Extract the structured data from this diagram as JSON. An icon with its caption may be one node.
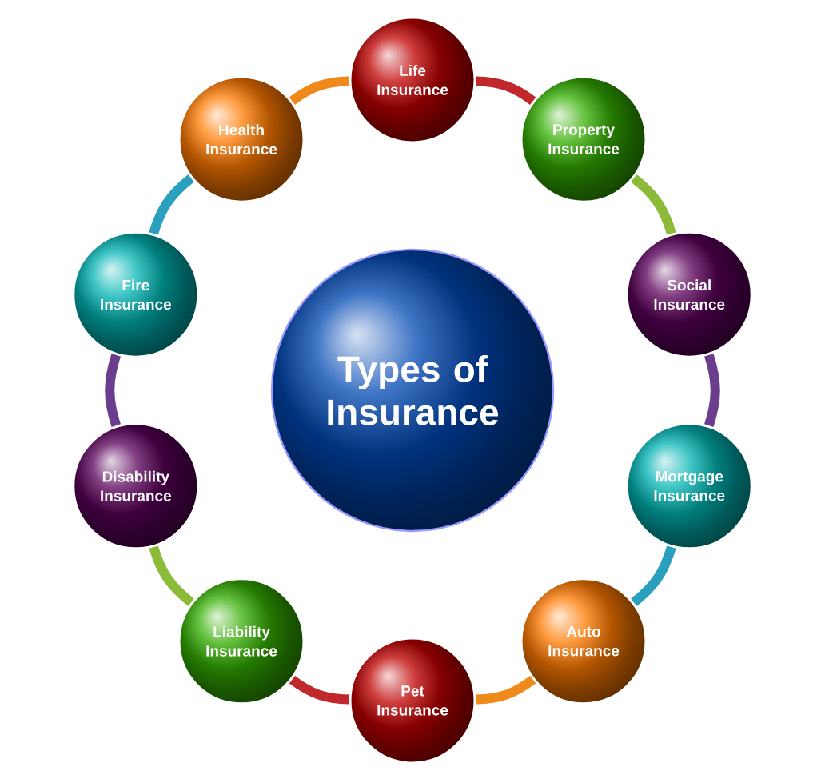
{
  "diagram": {
    "nodes": [
      {
        "text": [
          "Types of Insurance"
        ]
      },
      {
        "text": [
          "Life Insurance"
        ]
      },
      {
        "text": [
          "Property Insurance"
        ]
      },
      {
        "text": [
          "Social Insurance"
        ]
      },
      {
        "text": [
          "Mortgage Insurance"
        ]
      },
      {
        "text": [
          "Auto Insurance"
        ]
      },
      {
        "text": [
          "Pet Insurance"
        ]
      },
      {
        "text": [
          "Liability Insurance"
        ]
      },
      {
        "text": [
          "Disability Insurance"
        ]
      },
      {
        "text": [
          "Fire Insurance"
        ]
      },
      {
        "text": [
          "Health Insurance"
        ]
      }
    ],
    "edges": [
      {
        "from": 1,
        "to": 2,
        "arrow": "none",
        "color": "#c0282c"
      },
      {
        "from": 2,
        "to": 3,
        "arrow": "none",
        "color": "#8cbb3a"
      },
      {
        "from": 3,
        "to": 4,
        "arrow": "none",
        "color": "#6a3d8e"
      },
      {
        "from": 4,
        "to": 5,
        "arrow": "none",
        "color": "#2a9fbe"
      },
      {
        "from": 5,
        "to": 6,
        "arrow": "none",
        "color": "#ef8a1a"
      },
      {
        "from": 6,
        "to": 7,
        "arrow": "none",
        "color": "#c0282c"
      },
      {
        "from": 7,
        "to": 8,
        "arrow": "none",
        "color": "#8cbb3a"
      },
      {
        "from": 8,
        "to": 9,
        "arrow": "none",
        "color": "#6a3d8e"
      },
      {
        "from": 9,
        "to": 10,
        "arrow": "none",
        "color": "#2a9fbe"
      },
      {
        "from": 10,
        "to": 1,
        "arrow": "none",
        "color": "#ef8a1a"
      }
    ]
  }
}
